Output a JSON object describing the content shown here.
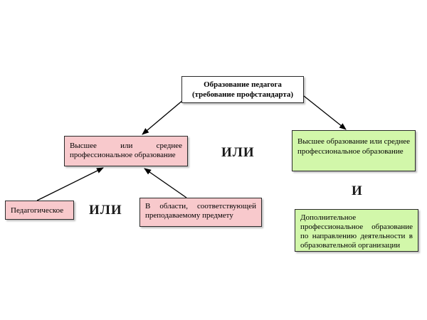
{
  "nodes": {
    "root": {
      "line1": "Образование педагога",
      "line2": "(требование профстандарта)"
    },
    "higher_or_secondary_left": {
      "text": "Высшее или среднее профессиональное образование"
    },
    "pedagogical": {
      "text": "Педагогическое"
    },
    "subject_area": {
      "text": "В области, соответствующей преподаваемому предмету"
    },
    "higher_or_secondary_right": {
      "text": "Высшее образование или среднее профессиональное образование"
    },
    "additional": {
      "text": "Дополнительное профессиональное образование по направлению деятельности в образовательной организации"
    }
  },
  "connectors": {
    "ili_middle": "ИЛИ",
    "ili_bottom": "ИЛИ",
    "i_right": "И"
  },
  "colors": {
    "pink_box": "#f8c9cc",
    "green_box": "#d2f7aa",
    "root_box": "#ffffff",
    "border": "#2b2b2b"
  }
}
